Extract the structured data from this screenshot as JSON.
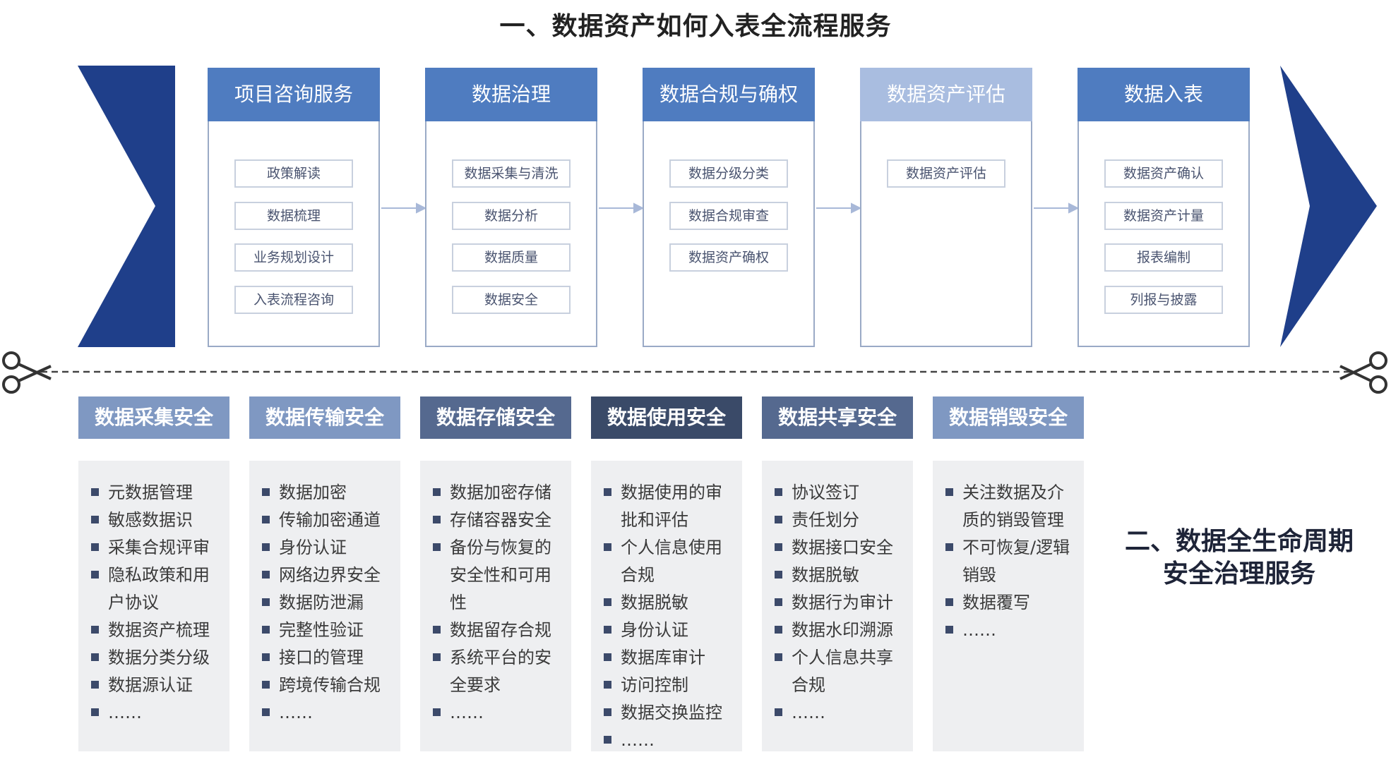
{
  "title_top": "一、数据资产如何入表全流程服务",
  "title_bottom": [
    "二、数据全生命周期",
    "安全治理服务"
  ],
  "colors": {
    "chevron": "#1f3f8a",
    "stage_head": "#4f7cc0",
    "stage_head_light": "#a9bde0",
    "phase_light": "#7f98c2",
    "phase_mid": "#55698f",
    "phase_dark": "#3a4a68"
  },
  "icons": {
    "left": "scissors-icon",
    "right": "scissors-icon"
  },
  "stages": [
    {
      "title": "项目咨询服务",
      "items": [
        "政策解读",
        "数据梳理",
        "业务规划设计",
        "入表流程咨询"
      ]
    },
    {
      "title": "数据治理",
      "items": [
        "数据采集与清洗",
        "数据分析",
        "数据质量",
        "数据安全"
      ]
    },
    {
      "title": "数据合规与确权",
      "items": [
        "数据分级分类",
        "数据合规审查",
        "数据资产确权"
      ]
    },
    {
      "title": "数据资产评估",
      "items": [
        "数据资产评估"
      ]
    },
    {
      "title": "数据入表",
      "items": [
        "数据资产确认",
        "数据资产计量",
        "报表编制",
        "列报与披露"
      ]
    }
  ],
  "phases": [
    {
      "title": "数据采集安全",
      "items": [
        "元数据管理",
        "敏感数据识",
        "采集合规评审",
        "隐私政策和用户协议",
        "数据资产梳理",
        "数据分类分级",
        "数据源认证",
        "……"
      ]
    },
    {
      "title": "数据传输安全",
      "items": [
        "数据加密",
        "传输加密通道",
        "身份认证",
        "网络边界安全",
        "数据防泄漏",
        "完整性验证",
        "接口的管理",
        "跨境传输合规",
        "……"
      ]
    },
    {
      "title": "数据存储安全",
      "items": [
        "数据加密存储",
        "存储容器安全",
        "备份与恢复的安全性和可用性",
        "数据留存合规",
        "系统平台的安全要求",
        "……"
      ]
    },
    {
      "title": "数据使用安全",
      "items": [
        "数据使用的审批和评估",
        "个人信息使用合规",
        "数据脱敏",
        "身份认证",
        "数据库审计",
        "访问控制",
        "数据交换监控",
        "……"
      ]
    },
    {
      "title": "数据共享安全",
      "items": [
        "协议签订",
        "责任划分",
        "数据接口安全",
        "数据脱敏",
        "数据行为审计",
        "数据水印溯源",
        "个人信息共享合规",
        "……"
      ]
    },
    {
      "title": "数据销毁安全",
      "items": [
        "关注数据及介质的销毁管理",
        "不可恢复/逻辑销毁",
        "数据覆写",
        "……"
      ]
    }
  ]
}
